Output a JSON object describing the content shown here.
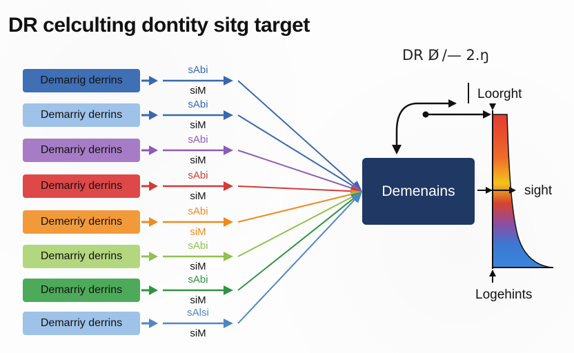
{
  "title": "DR celculting dontity sitg target",
  "top_formula": "DR  D̸ /— 2.ŋ",
  "sources": [
    {
      "label": "Demarrig derrins",
      "top": "sAbi",
      "bottom": "siM",
      "color": "#3f6fb5",
      "light": "#4a77b8",
      "arrow": "#3968ad"
    },
    {
      "label": "Demarriy derrins",
      "top": "sAbi",
      "bottom": "siM",
      "color": "#9ec2e8",
      "light": "#9ec2e8",
      "arrow": "#3968ad"
    },
    {
      "label": "Demarriy derrins",
      "top": "sAbi",
      "bottom": "siM",
      "color": "#a77cc7",
      "light": "#a77cc7",
      "arrow": "#8e5bb5"
    },
    {
      "label": "Demarriy derrins",
      "top": "sAbi",
      "bottom": "siM",
      "color": "#df4848",
      "light": "#df4848",
      "arrow": "#d53a3a"
    },
    {
      "label": "Demerriy derrins",
      "top": "sAbi",
      "bottom": "siM",
      "color": "#f29a3a",
      "light": "#f29a3a",
      "arrow": "#ee8a1f"
    },
    {
      "label": "Demarriy derrins",
      "top": "sAbi",
      "bottom": "siM",
      "color": "#b3d77f",
      "light": "#b3d77f",
      "arrow": "#8fc24f"
    },
    {
      "label": "Demarriy derrins",
      "top": "sAbi",
      "bottom": "siM",
      "color": "#4daa5a",
      "light": "#4daa5a",
      "arrow": "#2f9442"
    },
    {
      "label": "Demarriy derrins",
      "top": "sAlsi",
      "bottom": "siM",
      "color": "#9ec2e8",
      "light": "#9ec2e8",
      "arrow": "#4f86c6"
    }
  ],
  "center_label": "Demenains",
  "right": {
    "top_label": "Loorght",
    "mid_label": "sight",
    "bottom_label": "Logehints"
  },
  "colors": {
    "center_box": "#1f3864",
    "gradient": [
      "#e03a2f",
      "#f0c419",
      "#3a7bd5"
    ]
  }
}
